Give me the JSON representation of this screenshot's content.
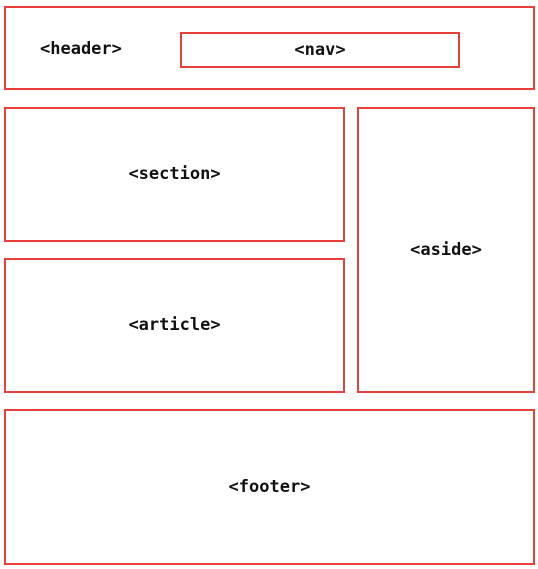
{
  "regions": {
    "header": "<header>",
    "nav": "<nav>",
    "section": "<section>",
    "article": "<article>",
    "aside": "<aside>",
    "footer": "<footer>"
  },
  "colors": {
    "border": "#e8413c",
    "text": "#111111",
    "background": "#ffffff"
  }
}
